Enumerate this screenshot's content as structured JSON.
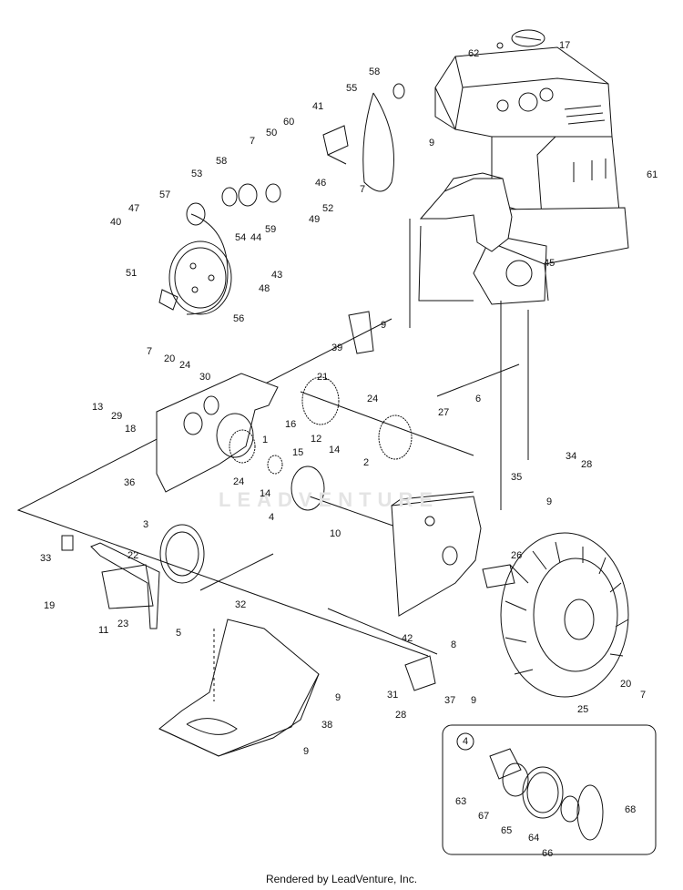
{
  "diagram": {
    "footer": "Rendered by LeadVenture, Inc.",
    "watermark": "LEADVENTURE",
    "detail_label": "4",
    "callouts": [
      {
        "id": "62",
        "text": "62"
      },
      {
        "id": "17",
        "text": "17"
      },
      {
        "id": "58a",
        "text": "58"
      },
      {
        "id": "55",
        "text": "55"
      },
      {
        "id": "41",
        "text": "41"
      },
      {
        "id": "60",
        "text": "60"
      },
      {
        "id": "50",
        "text": "50"
      },
      {
        "id": "7a",
        "text": "7"
      },
      {
        "id": "9a",
        "text": "9"
      },
      {
        "id": "61",
        "text": "61"
      },
      {
        "id": "58b",
        "text": "58"
      },
      {
        "id": "53",
        "text": "53"
      },
      {
        "id": "46",
        "text": "46"
      },
      {
        "id": "7b",
        "text": "7"
      },
      {
        "id": "57",
        "text": "57"
      },
      {
        "id": "47",
        "text": "47"
      },
      {
        "id": "52",
        "text": "52"
      },
      {
        "id": "40",
        "text": "40"
      },
      {
        "id": "49",
        "text": "49"
      },
      {
        "id": "59",
        "text": "59"
      },
      {
        "id": "44",
        "text": "44"
      },
      {
        "id": "54",
        "text": "54"
      },
      {
        "id": "45",
        "text": "45"
      },
      {
        "id": "43",
        "text": "43"
      },
      {
        "id": "51",
        "text": "51"
      },
      {
        "id": "48",
        "text": "48"
      },
      {
        "id": "56",
        "text": "56"
      },
      {
        "id": "9b",
        "text": "9"
      },
      {
        "id": "39",
        "text": "39"
      },
      {
        "id": "7c",
        "text": "7"
      },
      {
        "id": "20a",
        "text": "20"
      },
      {
        "id": "24a",
        "text": "24"
      },
      {
        "id": "30",
        "text": "30"
      },
      {
        "id": "21",
        "text": "21"
      },
      {
        "id": "13",
        "text": "13"
      },
      {
        "id": "29",
        "text": "29"
      },
      {
        "id": "24b",
        "text": "24"
      },
      {
        "id": "6",
        "text": "6"
      },
      {
        "id": "18",
        "text": "18"
      },
      {
        "id": "16",
        "text": "16"
      },
      {
        "id": "12",
        "text": "12"
      },
      {
        "id": "27",
        "text": "27"
      },
      {
        "id": "1",
        "text": "1"
      },
      {
        "id": "14a",
        "text": "14"
      },
      {
        "id": "15",
        "text": "15"
      },
      {
        "id": "2",
        "text": "2"
      },
      {
        "id": "34",
        "text": "34"
      },
      {
        "id": "28a",
        "text": "28"
      },
      {
        "id": "24c",
        "text": "24"
      },
      {
        "id": "36",
        "text": "36"
      },
      {
        "id": "35",
        "text": "35"
      },
      {
        "id": "9c",
        "text": "9"
      },
      {
        "id": "14b",
        "text": "14"
      },
      {
        "id": "4",
        "text": "4"
      },
      {
        "id": "3",
        "text": "3"
      },
      {
        "id": "10",
        "text": "10"
      },
      {
        "id": "33",
        "text": "33"
      },
      {
        "id": "22",
        "text": "22"
      },
      {
        "id": "26",
        "text": "26"
      },
      {
        "id": "19",
        "text": "19"
      },
      {
        "id": "32",
        "text": "32"
      },
      {
        "id": "23",
        "text": "23"
      },
      {
        "id": "11",
        "text": "11"
      },
      {
        "id": "5",
        "text": "5"
      },
      {
        "id": "42",
        "text": "42"
      },
      {
        "id": "8",
        "text": "8"
      },
      {
        "id": "31",
        "text": "31"
      },
      {
        "id": "37",
        "text": "37"
      },
      {
        "id": "9d",
        "text": "9"
      },
      {
        "id": "20b",
        "text": "20"
      },
      {
        "id": "7d",
        "text": "7"
      },
      {
        "id": "28b",
        "text": "28"
      },
      {
        "id": "25",
        "text": "25"
      },
      {
        "id": "9e",
        "text": "9"
      },
      {
        "id": "38",
        "text": "38"
      },
      {
        "id": "9f",
        "text": "9"
      },
      {
        "id": "63",
        "text": "63"
      },
      {
        "id": "67",
        "text": "67"
      },
      {
        "id": "68",
        "text": "68"
      },
      {
        "id": "65",
        "text": "65"
      },
      {
        "id": "64",
        "text": "64"
      },
      {
        "id": "66",
        "text": "66"
      }
    ]
  }
}
